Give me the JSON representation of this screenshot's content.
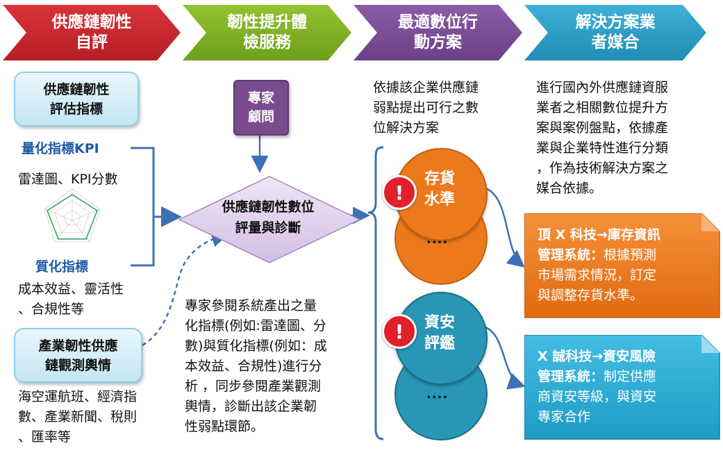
{
  "steps": [
    {
      "label": "供應鏈韌性\n自評",
      "color": "#c8242a"
    },
    {
      "label": "韌性提升體\n檢服務",
      "color": "#82b324"
    },
    {
      "label": "最適數位行\n動方案",
      "color": "#7d4f98"
    },
    {
      "label": "解決方案業\n者媒合",
      "color": "#2e9fc9"
    }
  ],
  "left": {
    "indicator_box": "供應鏈韌性\n評估指標",
    "kpi_heading": "量化指標KPI",
    "kpi_items": "雷達圖、KPI分數",
    "quality_heading": "質化指標",
    "quality_items": "成本效益、靈活性\n、合規性等",
    "monitor_box": "產業韌性供應\n鏈觀測輿情",
    "monitor_items": "海空運航班、經濟指\n數、產業新聞、稅則\n、匯率等"
  },
  "center": {
    "expert": "專家\n顧問",
    "diagnosis": "供應鏈韌性數位\n評量與診斷",
    "description": "專家參閱系統產出之量\n化指標(例如:雷達圖、分\n數)與質化指標(例如：成\n本效益、合規性)進行分\n析 ，同步參閱產業觀測\n輿情，診斷出該企業韌\n性弱點環節。"
  },
  "weakness": {
    "description": "依據該企業供應鏈\n弱點提出可行之數\n位解決方案",
    "items": [
      {
        "label": "存貨\n水準",
        "more": "...."
      },
      {
        "label": "資安\n評鑑",
        "more": "...."
      }
    ],
    "alert_mark": "!"
  },
  "matching": {
    "description": "進行國內外供應鏈資服\n業者之相關數位提升方\n案與案例盤點，依據產\n業與企業特性進行分類\n，作為技術解決方案之\n媒合依據。",
    "solutions": [
      {
        "title": "頂 X 科技→庫存資訊\n管理系統：",
        "body": "根據預測\n市場需求情況，訂定\n與調整存貨水準。",
        "color": "#ec7a1c"
      },
      {
        "title": "X 誠科技→資安風險\n管理系統：",
        "body": "制定供應\n商資安等級，與資安\n專家合作",
        "color": "#2eaed6"
      }
    ]
  },
  "colors": {
    "orange": "#ec7a1c",
    "teal": "#2896b4",
    "blue_line": "#3e70b5",
    "alert_red": "#e0202a"
  }
}
